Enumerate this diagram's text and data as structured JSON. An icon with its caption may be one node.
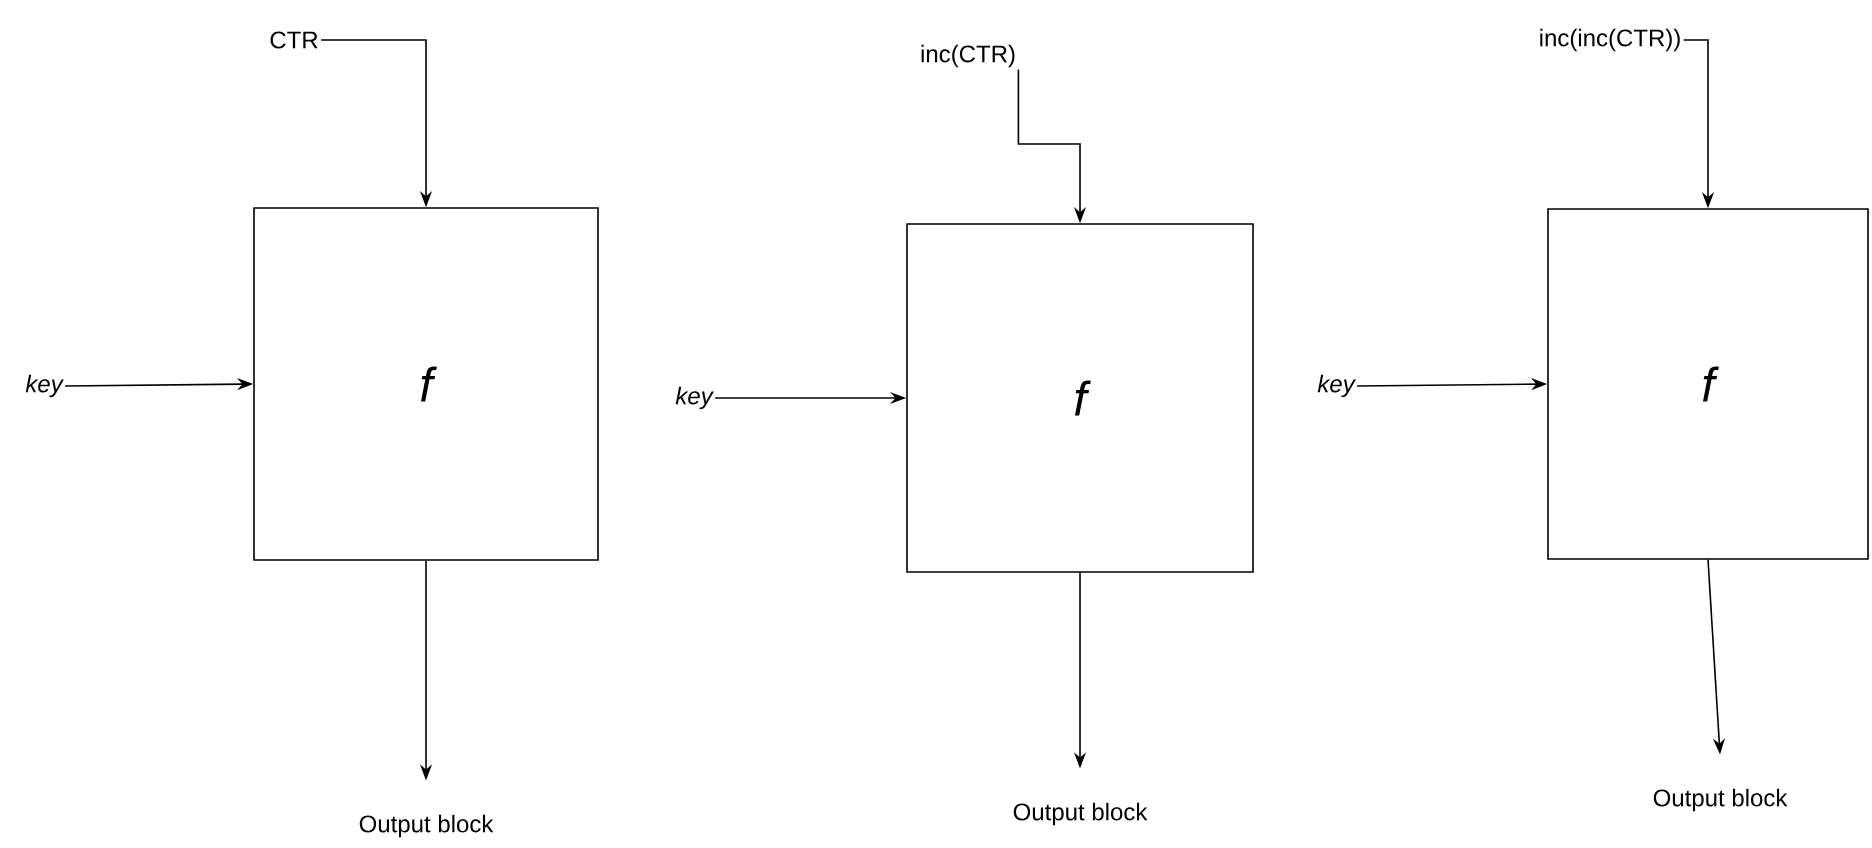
{
  "diagram": {
    "nodes": [
      {
        "text": [
          "CTR"
        ]
      },
      {
        "text": [
          "inc(CTR)"
        ]
      },
      {
        "text": [
          "inc(inc(CTR))"
        ]
      },
      {
        "text": [
          "f"
        ]
      },
      {
        "text": [
          "f"
        ]
      },
      {
        "text": [
          "f"
        ]
      },
      {
        "text": [
          "key"
        ]
      },
      {
        "text": [
          "key"
        ]
      },
      {
        "text": [
          "key"
        ]
      },
      {
        "text": [
          "Output block"
        ]
      },
      {
        "text": [
          "Output block"
        ]
      },
      {
        "text": [
          "Output block"
        ]
      }
    ],
    "edges": [
      {
        "from": 0,
        "to": 3,
        "arrow": "to"
      },
      {
        "from": 1,
        "to": 4,
        "arrow": "to"
      },
      {
        "from": 2,
        "to": 5,
        "arrow": "to"
      },
      {
        "from": 6,
        "to": 3,
        "arrow": "to"
      },
      {
        "from": 7,
        "to": 4,
        "arrow": "to"
      },
      {
        "from": 8,
        "to": 5,
        "arrow": "to"
      },
      {
        "from": 3,
        "to": 9,
        "arrow": "to"
      },
      {
        "from": 4,
        "to": 10,
        "arrow": "to"
      },
      {
        "from": 5,
        "to": 11,
        "arrow": "to"
      }
    ]
  }
}
